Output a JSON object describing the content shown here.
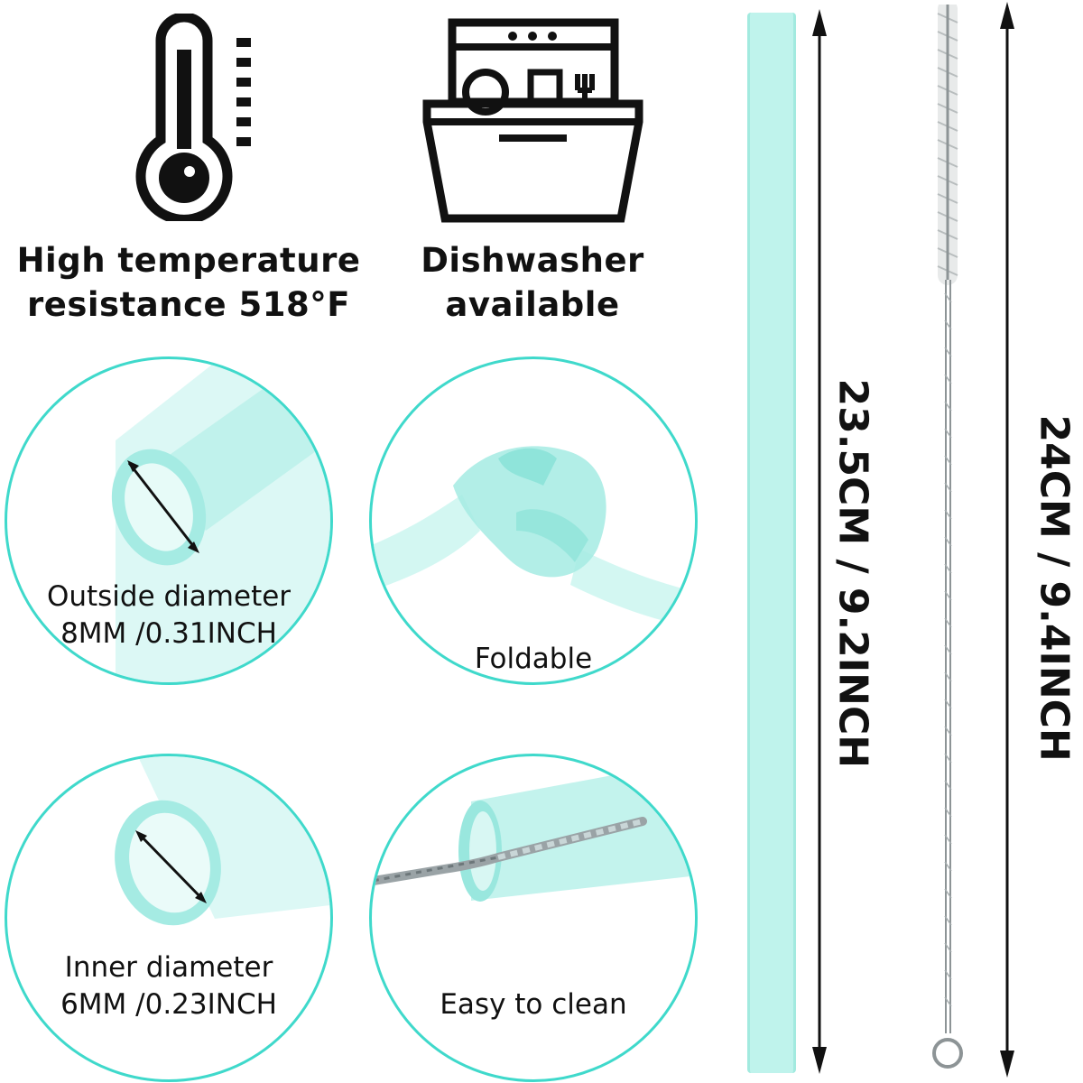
{
  "features": {
    "temperature": {
      "icon": "thermometer-icon",
      "line1": "High temperature",
      "line2": "resistance 518°F"
    },
    "dishwasher": {
      "icon": "dishwasher-icon",
      "line1": "Dishwasher",
      "line2": "available"
    }
  },
  "circles": {
    "outside": {
      "line1": "Outside diameter",
      "line2": "8MM /0.31INCH"
    },
    "foldable": {
      "line1": "Foldable"
    },
    "inner": {
      "line1": "Inner diameter",
      "line2": "6MM /0.23INCH"
    },
    "clean": {
      "line1": "Easy to clean"
    }
  },
  "dimensions": {
    "straw": "23.5CM / 9.2INCH",
    "brush": "24CM / 9.4INCH"
  },
  "colors": {
    "accent": "#3fd9cb",
    "straw": "#bff3ec",
    "text": "#111111"
  }
}
